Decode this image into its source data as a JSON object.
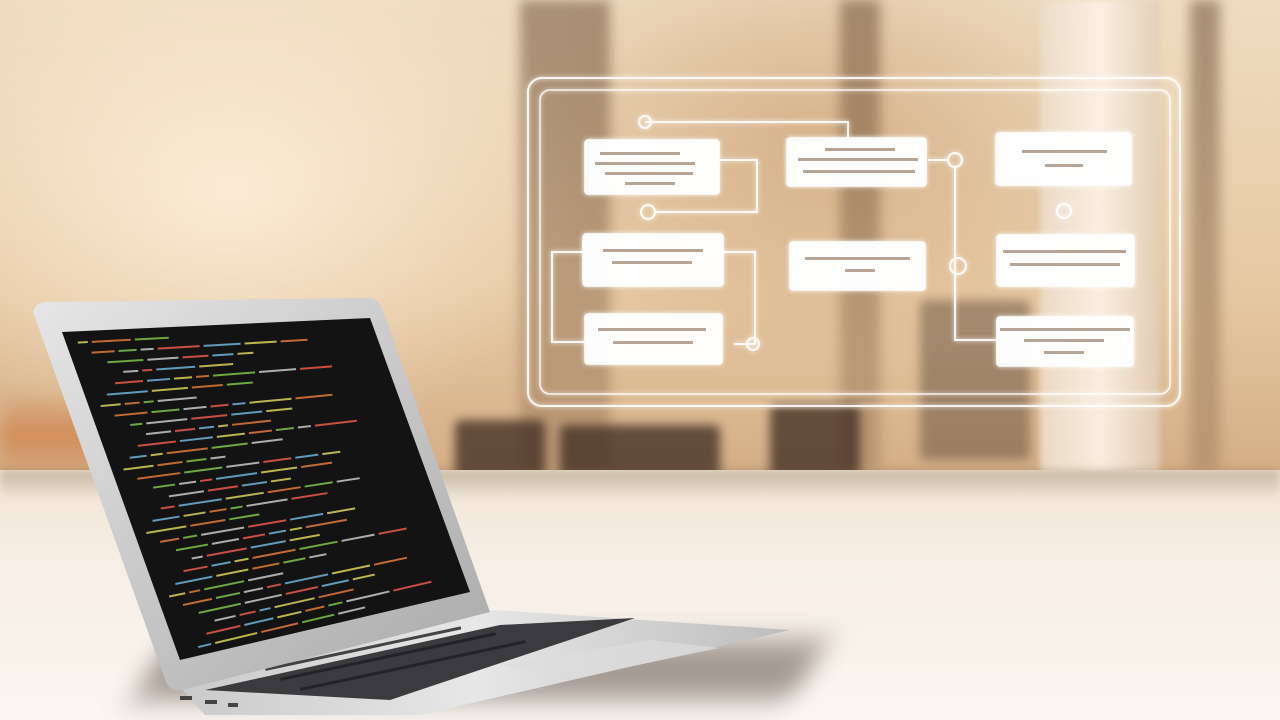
{
  "scene": {
    "description_free": true,
    "palette": {
      "warm_light": "#efdcc0",
      "holo_line": "#ffffff",
      "screen_bg": "#141414",
      "laptop_silver": "#cfcfd0"
    }
  },
  "hologram": {
    "boxes": [
      {
        "id": "box-1"
      },
      {
        "id": "box-2"
      },
      {
        "id": "box-3"
      },
      {
        "id": "box-4"
      },
      {
        "id": "box-5"
      },
      {
        "id": "box-6"
      },
      {
        "id": "box-7"
      },
      {
        "id": "box-8"
      },
      {
        "id": "box-9"
      }
    ]
  },
  "laptop": {
    "code_colors": [
      "#d9d25a",
      "#e07a3a",
      "#7fc24a",
      "#c9c9c9",
      "#e85a4a",
      "#6fb3d8"
    ]
  }
}
